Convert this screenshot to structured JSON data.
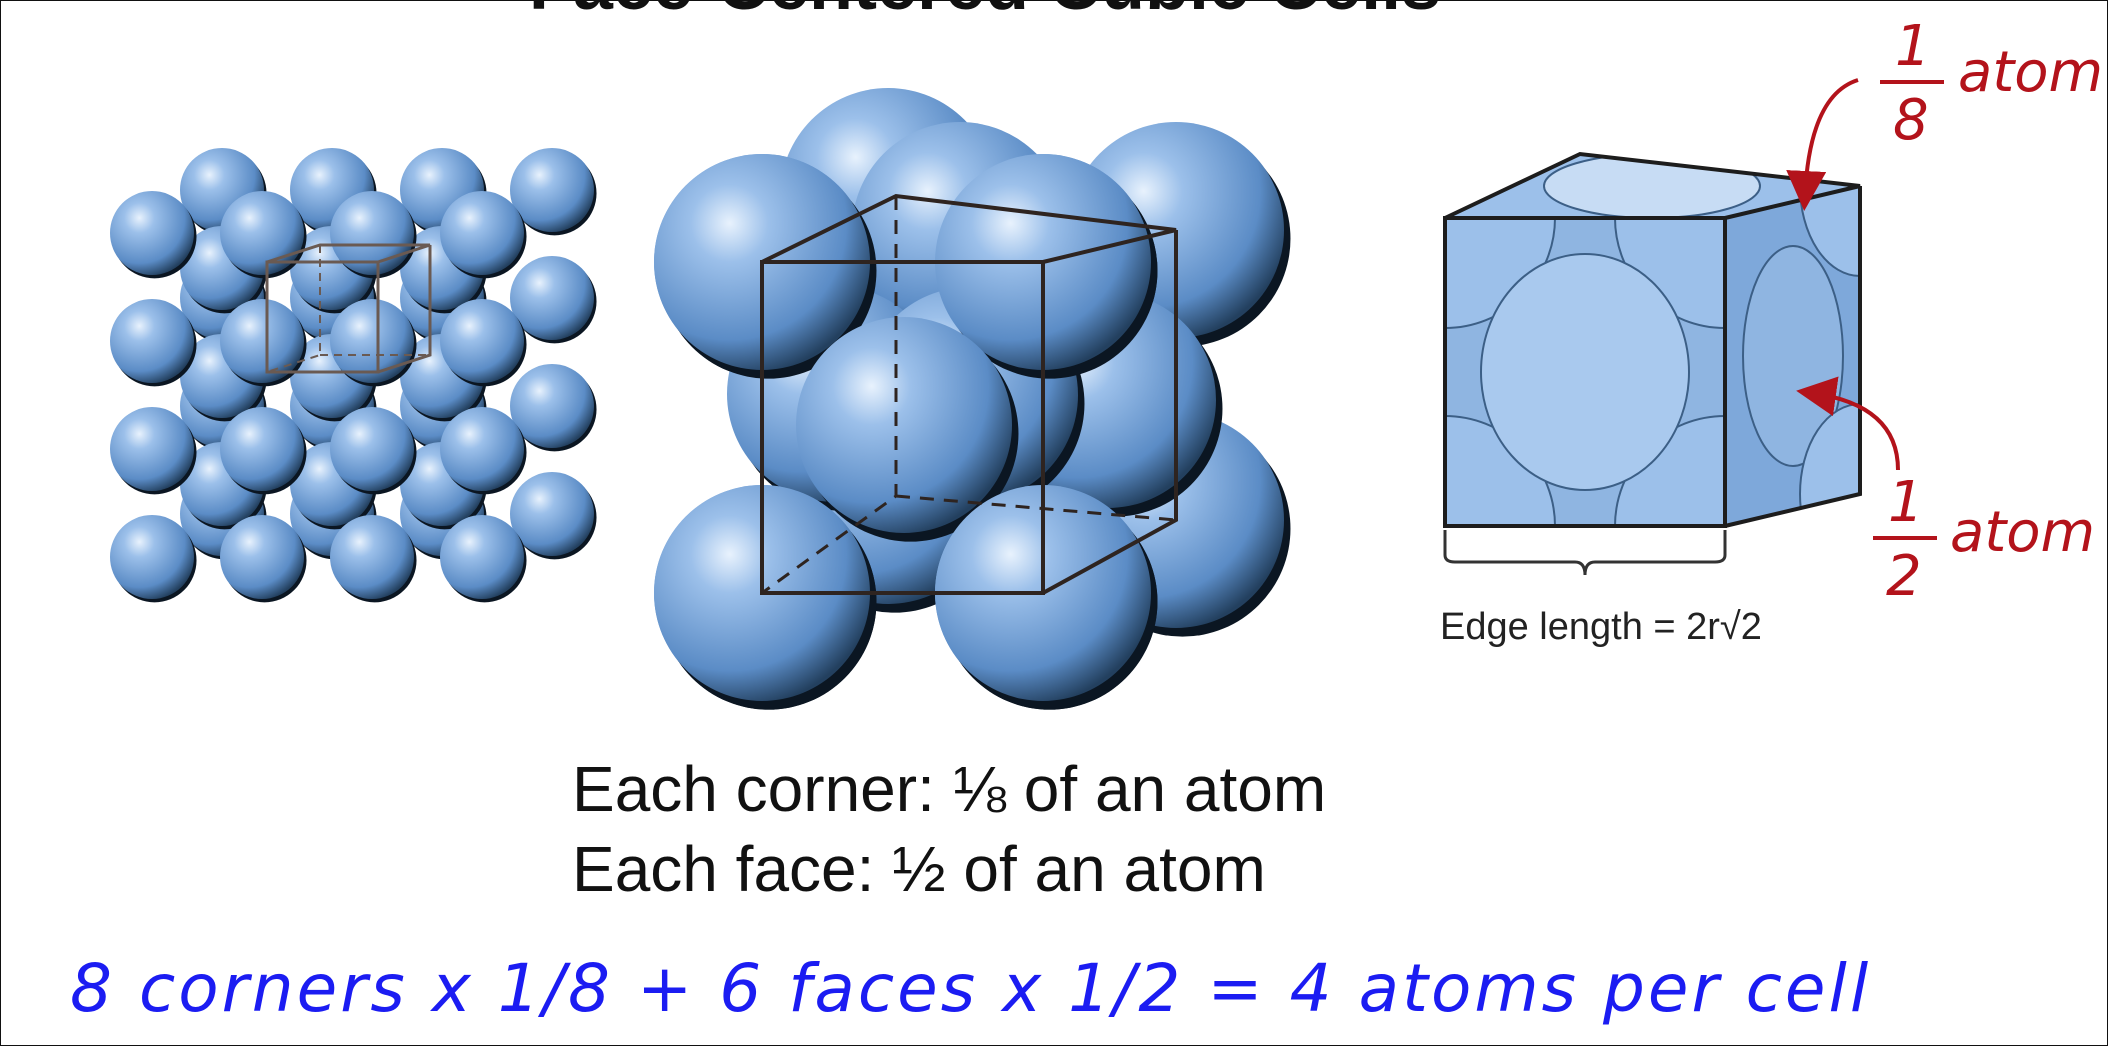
{
  "title": "Face-Centered Cubic Cells",
  "labels": {
    "corner_fraction_num": "1",
    "corner_fraction_den": "8",
    "corner_unit": "atom",
    "face_fraction_num": "1",
    "face_fraction_den": "2",
    "face_unit": "atom",
    "edge_length": "Edge length = 2r√2"
  },
  "captions": {
    "corner": "Each corner: ⅛ of an atom",
    "face": "Each face: ½ of an atom"
  },
  "bottom_note": "8 corners x 1/8 + 6 faces x 1/2 = 4 atoms per cell",
  "colors": {
    "sphere": "#6f9bd0",
    "annotation_red": "#b3131b",
    "annotation_blue": "#1b1cf2"
  }
}
